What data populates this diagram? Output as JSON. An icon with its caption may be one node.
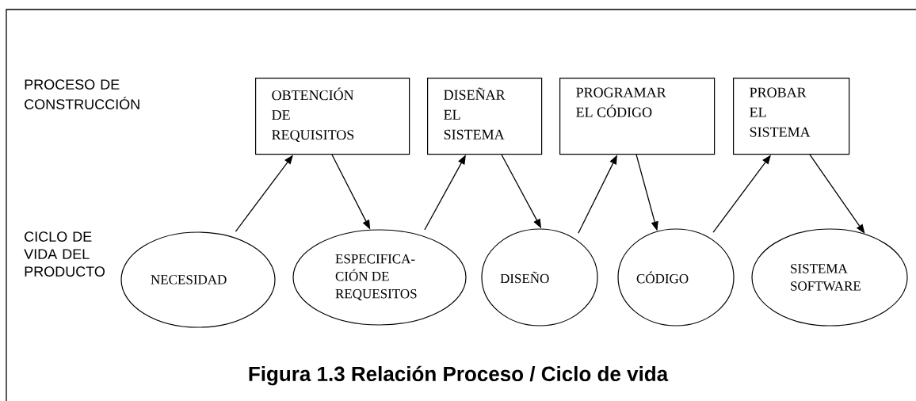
{
  "diagram": {
    "caption": "Figura 1.3 Relación Proceso / Ciclo de vida",
    "nodes": [
      {
        "text": [
          "OBTENCIÓN DE REQUISITOS"
        ]
      },
      {
        "text": [
          "DISEÑAR EL SISTEMA"
        ]
      },
      {
        "text": [
          "PROGRAMAR EL CÓDIGO"
        ]
      },
      {
        "text": [
          "PROBAR EL SISTEMA"
        ]
      },
      {
        "text": [
          "NECESIDAD"
        ]
      },
      {
        "text": [
          "ESPECIFICA- CIÓN DE REQUESITOS"
        ]
      },
      {
        "text": [
          "DISEÑO"
        ]
      },
      {
        "text": [
          "CÓDIGO"
        ]
      },
      {
        "text": [
          "SISTEMA SOFTWARE"
        ]
      }
    ],
    "edges": [
      {
        "from": 4,
        "to": 0,
        "arrow": "to"
      },
      {
        "from": 0,
        "to": 5,
        "arrow": "to"
      },
      {
        "from": 5,
        "to": 1,
        "arrow": "to"
      },
      {
        "from": 1,
        "to": 6,
        "arrow": "to"
      },
      {
        "from": 6,
        "to": 2,
        "arrow": "to"
      },
      {
        "from": 2,
        "to": 7,
        "arrow": "to"
      },
      {
        "from": 7,
        "to": 3,
        "arrow": "to"
      },
      {
        "from": 3,
        "to": 8,
        "arrow": "to"
      }
    ],
    "labels": [
      "PROCESO DE CONSTRUCCIÓN",
      "CICLO DE VIDA DEL PRODUCTO"
    ]
  }
}
